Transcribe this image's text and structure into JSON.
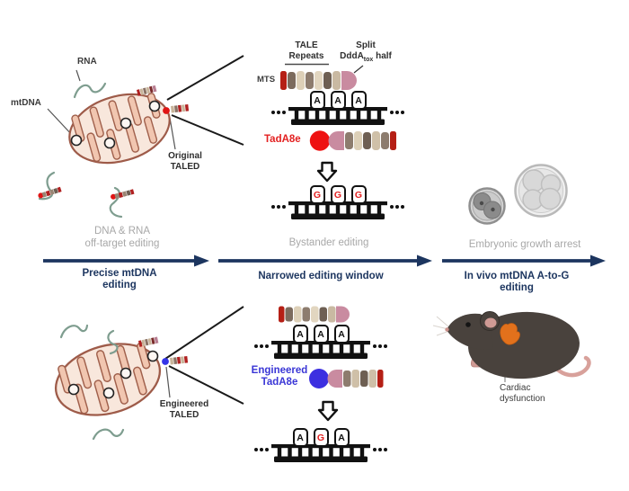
{
  "diagram": {
    "panel_top_left": {
      "rna_label": "RNA",
      "mtdna_label": "mtDNA",
      "taled_label_line1": "Original",
      "taled_label_line2": "TALED"
    },
    "panel_top_mid": {
      "tale_repeats_line1": "TALE",
      "tale_repeats_line2": "Repeats",
      "split_line1": "Split",
      "split_line2_main": "DddA",
      "split_line2_sub": "tox",
      "split_line2_tail": " half",
      "mts_label": "MTS",
      "tada8e_label": "TadA8e",
      "dna_before": [
        "A",
        "A",
        "A"
      ],
      "dna_after": [
        "G",
        "G",
        "G"
      ]
    },
    "timeline": {
      "stage1_drawback_line1": "DNA & RNA",
      "stage1_drawback_line2": "off-target editing",
      "stage1_improvement_line1": "Precise mtDNA",
      "stage1_improvement_line2": "editing",
      "stage2_drawback": "Bystander editing",
      "stage2_improvement": "Narrowed editing window",
      "stage3_drawback": "Embryonic growth arrest",
      "stage3_improvement_line1": "In vivo mtDNA A-to-G",
      "stage3_improvement_line2": "editing"
    },
    "panel_bottom_left": {
      "taled_label_line1": "Engineered",
      "taled_label_line2": "TALED"
    },
    "panel_bottom_mid": {
      "tada8e_label_line1": "Engineered",
      "tada8e_label_line2": "TadA8e",
      "dna_before": [
        "A",
        "A",
        "A"
      ],
      "dna_after": [
        "A",
        "G",
        "A"
      ]
    },
    "panel_bottom_right": {
      "cardiac_label_line1": "Cardiac",
      "cardiac_label_line2": "dysfunction"
    },
    "colors": {
      "arrow_navy": "#1c355f",
      "muted_gray": "#a8a8a8",
      "tada8e_red": "#e32020",
      "engineered_blue": "#3a36d6",
      "edited_base_red": "#e32020",
      "mito_outline": "#9e5b49",
      "mito_fill": "#f8e7dc",
      "cristae_fill": "#f1c6b0",
      "rna_strand_green": "#7e9d8f",
      "ddda_pink": "#c98ba0",
      "heart_orange": "#e2711c"
    }
  }
}
